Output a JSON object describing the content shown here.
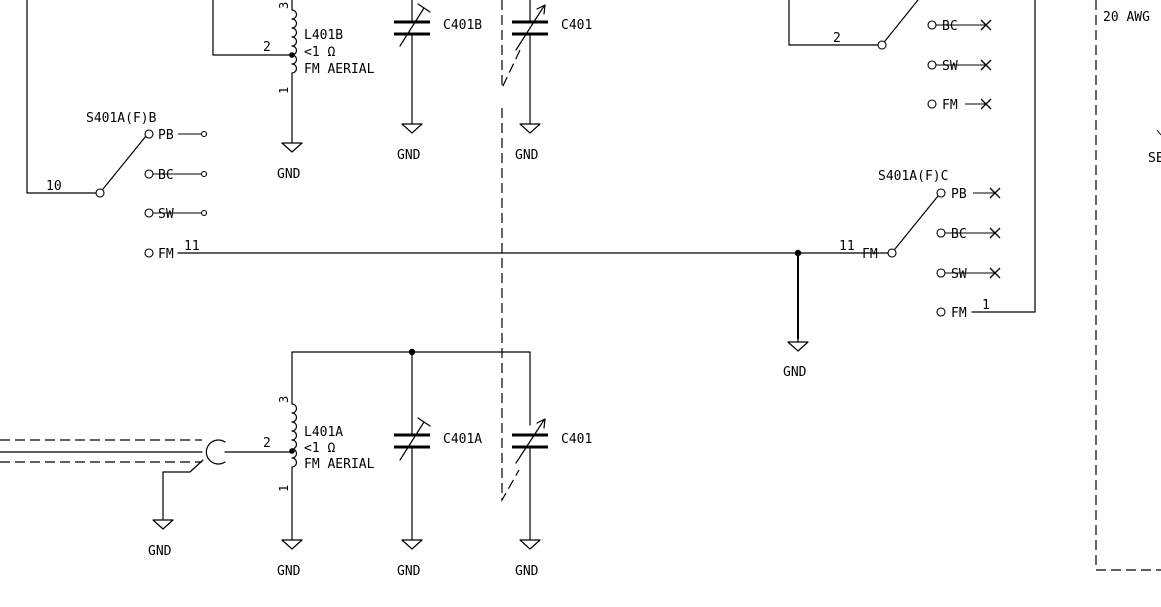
{
  "switches": {
    "s401b": {
      "ref": "S401A(F)B",
      "pins": [
        "PB",
        "BC",
        "SW",
        "FM"
      ],
      "common_pin": "10",
      "fm_pin": "11"
    },
    "s401c": {
      "ref": "S401A(F)C",
      "pins": [
        "PB",
        "BC",
        "SW",
        "FM"
      ],
      "common_pin": "11",
      "fm_label": "FM",
      "fm_pin": "1"
    },
    "top_right": {
      "common_pin": "2",
      "pins": [
        "BC",
        "SW",
        "FM"
      ]
    }
  },
  "coils": {
    "l401b": {
      "ref": "L401B",
      "resistance": "<1 Ω",
      "desc": "FM AERIAL",
      "pin_top": "3",
      "pin_tap": "2",
      "pin_bottom": "1"
    },
    "l401a": {
      "ref": "L401A",
      "resistance": "<1 Ω",
      "desc": "FM AERIAL",
      "pin_top": "3",
      "pin_tap": "2",
      "pin_bottom": "1"
    }
  },
  "capacitors": {
    "c401b": "C401B",
    "c401_top": "C401",
    "c401a": "C401A",
    "c401_bottom": "C401"
  },
  "grounds": {
    "label": "GND"
  },
  "frame": {
    "wire_gauge": "20 AWG",
    "clipped_text": "SE"
  }
}
